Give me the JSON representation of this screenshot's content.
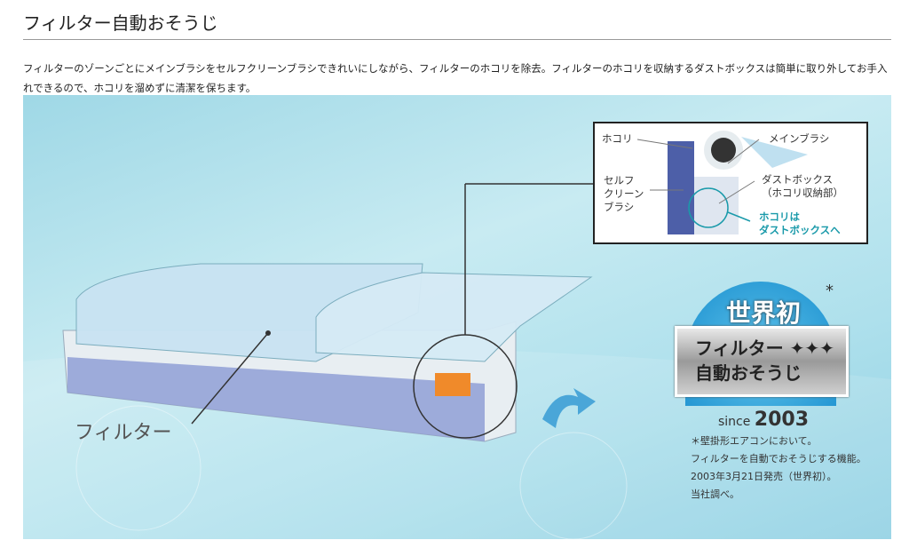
{
  "header": {
    "title": "フィルター自動おそうじ"
  },
  "description": "フィルターのゾーンごとにメインブラシをセルフクリーンブラシできれいにしながら、フィルターのホコリを除去。フィルターのホコリを収納するダストボックスは簡単に取り外してお手入れできるので、ホコリを溜めずに清潔を保ちます。",
  "illustration": {
    "filter_label": "フィルター",
    "callout": {
      "hokori": "ホコリ",
      "main_brush": "メインブラシ",
      "self_clean_brush": "セルフ\nクリーン\nブラシ",
      "dust_box": "ダストボックス\n（ホコリ収納部）",
      "dust_to_box": "ホコリは\nダストボックスへ"
    },
    "badge": {
      "world_first": "世界初",
      "asterisk": "*",
      "plate_line1": "フィルター ✦✦✦",
      "plate_line2": "自動おそうじ",
      "since_label": "since",
      "since_year": "2003"
    },
    "notes": [
      "＊壁掛形エアコンにおいて。",
      "フィルターを自動でおそうじする機能。",
      "2003年3月21日発売（世界初）。",
      "当社調べ。"
    ]
  },
  "colors": {
    "accent": "#1a9aaa",
    "panel_bg": "#aee0ec"
  }
}
